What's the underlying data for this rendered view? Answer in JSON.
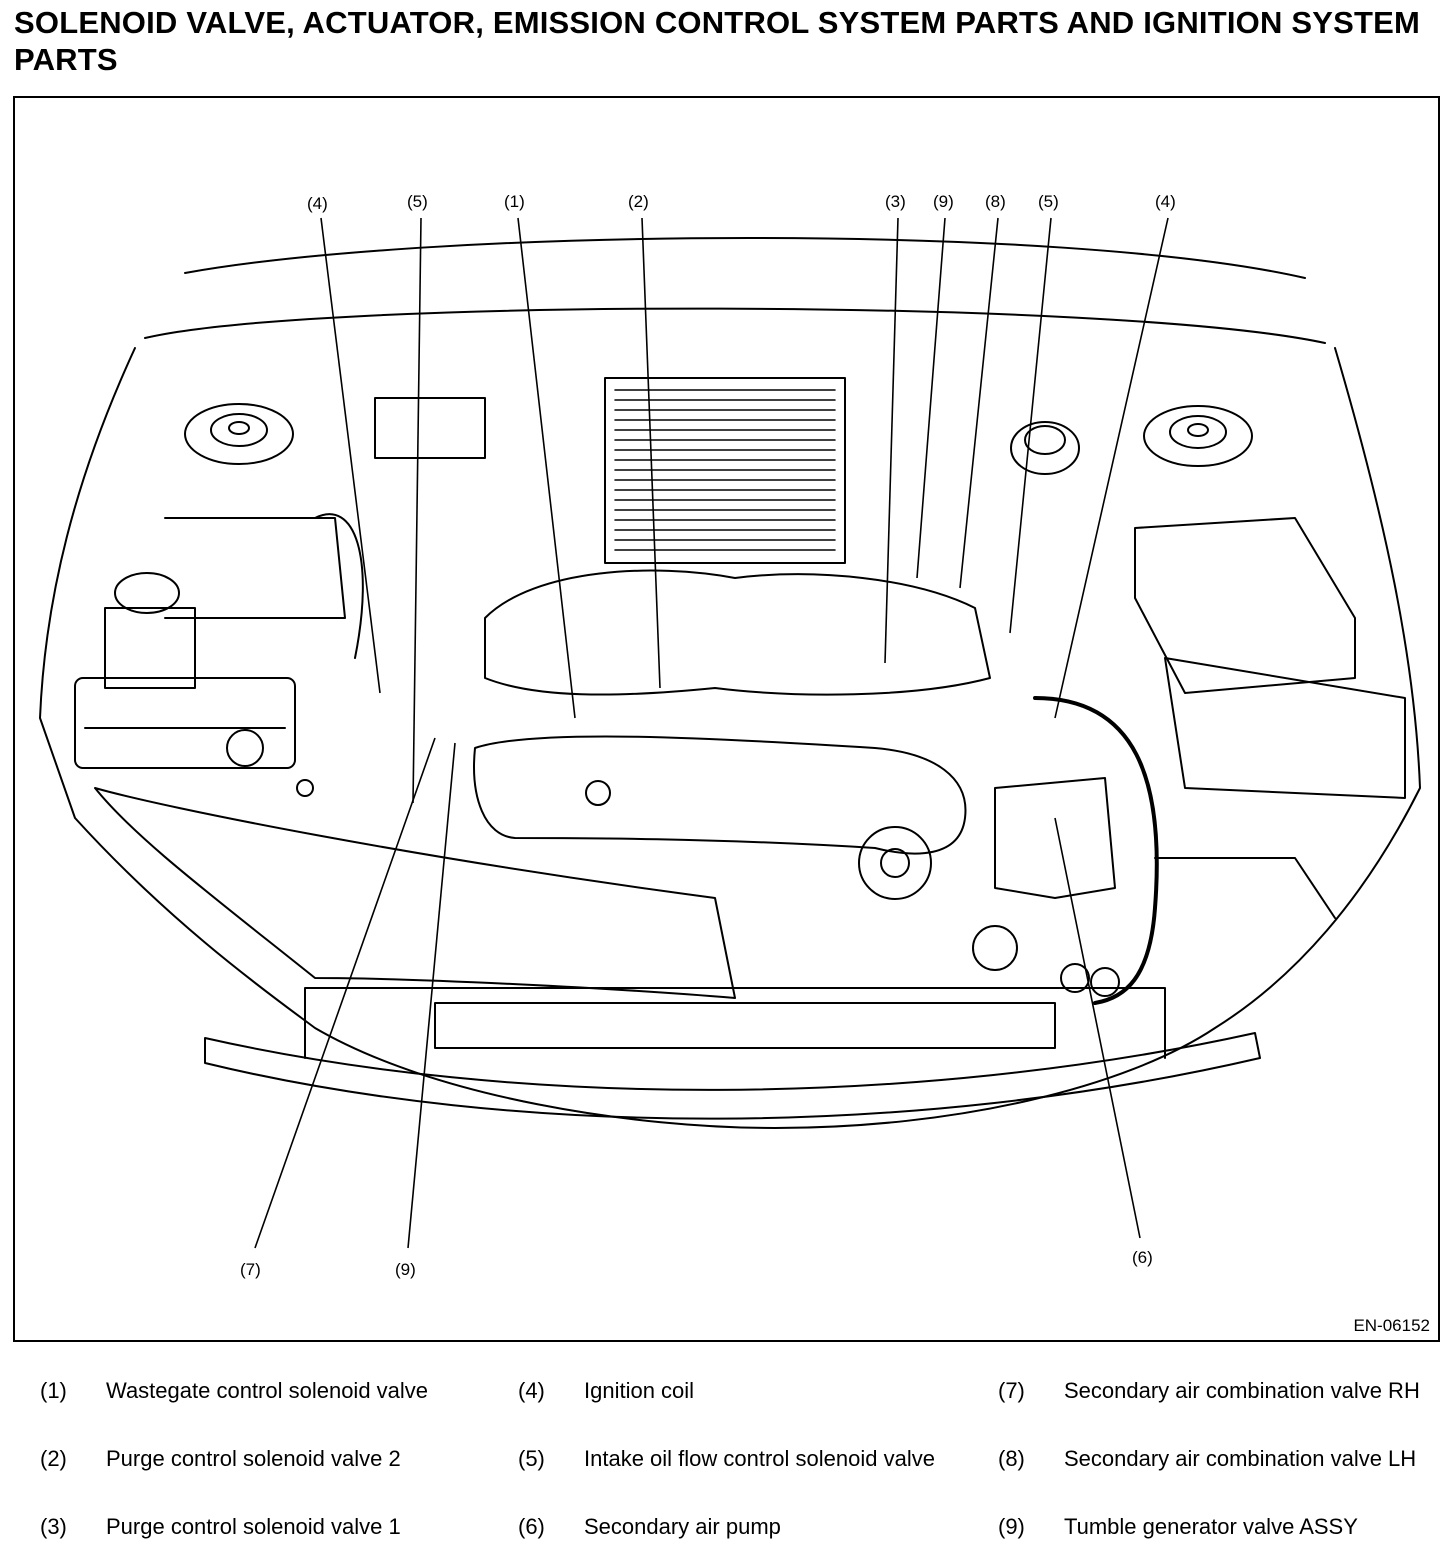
{
  "page": {
    "title": "SOLENOID VALVE, ACTUATOR, EMISSION CONTROL SYSTEM PARTS AND IGNITION SYSTEM PARTS",
    "figure_code": "EN-06152"
  },
  "callouts": {
    "top": [
      "(4)",
      "(5)",
      "(1)",
      "(2)",
      "(3)",
      "(9)",
      "(8)",
      "(5)",
      "(4)"
    ],
    "bottom": [
      "(7)",
      "(9)",
      "(6)"
    ]
  },
  "legend": [
    {
      "num": "(1)",
      "text": "Wastegate control solenoid valve"
    },
    {
      "num": "(2)",
      "text": "Purge control solenoid valve 2"
    },
    {
      "num": "(3)",
      "text": "Purge control solenoid valve 1"
    },
    {
      "num": "(4)",
      "text": "Ignition coil"
    },
    {
      "num": "(5)",
      "text": "Intake oil flow control solenoid valve"
    },
    {
      "num": "(6)",
      "text": "Secondary air pump"
    },
    {
      "num": "(7)",
      "text": "Secondary air combination valve RH"
    },
    {
      "num": "(8)",
      "text": "Secondary air combination valve LH"
    },
    {
      "num": "(9)",
      "text": "Tumble generator valve ASSY"
    }
  ]
}
